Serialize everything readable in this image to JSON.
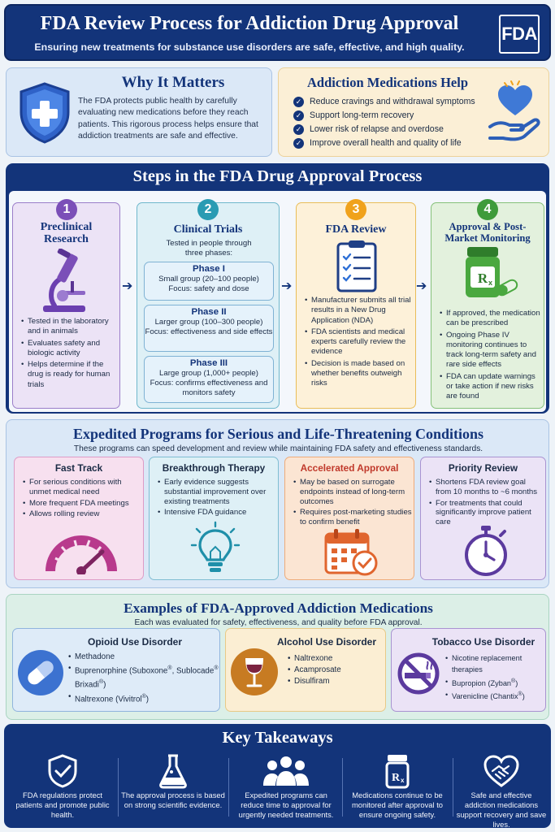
{
  "header": {
    "title": "FDA Review Process for Addiction Drug Approval",
    "subtitle": "Ensuring new treatments for substance use disorders are safe, effective, and high quality.",
    "logo": "FDA"
  },
  "why": {
    "title": "Why It Matters",
    "text": "The FDA protects public health by carefully evaluating new medications before they reach patients. This rigorous process helps ensure that addiction treatments are safe and effective."
  },
  "help": {
    "title": "Addiction Medications Help",
    "items": [
      "Reduce cravings and withdrawal symptoms",
      "Support long-term recovery",
      "Lower risk of relapse and overdose",
      "Improve overall health and quality of life"
    ]
  },
  "steps": {
    "title": "Steps in the FDA Drug Approval Process",
    "s1": {
      "num": "1",
      "title": "Preclinical Research",
      "bullets": [
        "Tested in the laboratory and in animals",
        "Evaluates safety and biologic activity",
        "Helps determine if the drug is ready for human trials"
      ]
    },
    "s2": {
      "num": "2",
      "title": "Clinical Trials",
      "intro": "Tested in people through three phases:",
      "phases": [
        {
          "name": "Phase I",
          "l1": "Small group (20–100 people)",
          "l2": "Focus: safety and dose"
        },
        {
          "name": "Phase II",
          "l1": "Larger group (100–300 people)",
          "l2": "Focus: effectiveness and side effects"
        },
        {
          "name": "Phase III",
          "l1": "Large group (1,000+ people)",
          "l2": "Focus: confirms effectiveness and monitors safety"
        }
      ]
    },
    "s3": {
      "num": "3",
      "title": "FDA Review",
      "bullets": [
        "Manufacturer submits all trial results in a New Drug Application (NDA)",
        "FDA scientists and medical experts carefully review the evidence",
        "Decision is made based on whether benefits outweigh risks"
      ]
    },
    "s4": {
      "num": "4",
      "title": "Approval & Post-Market Monitoring",
      "bullets": [
        "If approved, the medication can be prescribed",
        "Ongoing Phase IV monitoring continues to track long-term safety and rare side effects",
        "FDA can update warnings or take action if new risks are found"
      ]
    }
  },
  "expedited": {
    "title": "Expedited Programs for Serious and Life-Threatening Conditions",
    "subtitle": "These programs can speed development and review while maintaining FDA safety and effectiveness standards.",
    "cards": [
      {
        "title": "Fast Track",
        "items": [
          "For serious conditions with unmet medical need",
          "More frequent FDA meetings",
          "Allows rolling review"
        ]
      },
      {
        "title": "Breakthrough Therapy",
        "items": [
          "Early evidence suggests substantial improvement over existing treatments",
          "Intensive FDA guidance"
        ]
      },
      {
        "title": "Accelerated Approval",
        "items": [
          "May be based on surrogate endpoints instead of long-term outcomes",
          "Requires post-marketing studies to confirm benefit"
        ]
      },
      {
        "title": "Priority Review",
        "items": [
          "Shortens FDA review goal from 10 months to ~6 months",
          "For treatments that could significantly improve patient care"
        ]
      }
    ]
  },
  "examples": {
    "title": "Examples of FDA-Approved Addiction Medications",
    "subtitle": "Each was evaluated for safety, effectiveness, and quality before FDA approval.",
    "opioid": {
      "title": "Opioid Use Disorder",
      "i1": "Methadone",
      "i2a": "Buprenorphine (Suboxone",
      "i2b": ", Sublocade",
      "i2c": "Brixadi",
      "i2d": ")",
      "i3a": "Naltrexone (Vivitrol",
      "i3b": ")",
      "reg": "®"
    },
    "alcohol": {
      "title": "Alcohol Use Disorder",
      "items": [
        "Naltrexone",
        "Acamprosate",
        "Disulfiram"
      ]
    },
    "tobacco": {
      "title": "Tobacco Use Disorder",
      "i1": "Nicotine replacement therapies",
      "i2a": "Bupropion (Zyban",
      "i3a": "Varenicline (Chantix",
      "close": ")",
      "reg": "®"
    }
  },
  "takeaways": {
    "title": "Key Takeaways",
    "items": [
      "FDA regulations protect patients and promote public health.",
      "The approval process is based on strong scientific evidence.",
      "Expedited programs can reduce time to approval for urgently needed treatments.",
      "Medications continue to be monitored after approval to ensure ongoing safety.",
      "Safe and effective addiction medications support recovery and save lives."
    ]
  },
  "colors": {
    "navy": "#13347a",
    "purple": "#7b4fb8",
    "teal": "#2a9bb3",
    "orange": "#f0a21c",
    "green": "#3e9b3a",
    "pink": "#c9449a",
    "red": "#d8533a"
  }
}
